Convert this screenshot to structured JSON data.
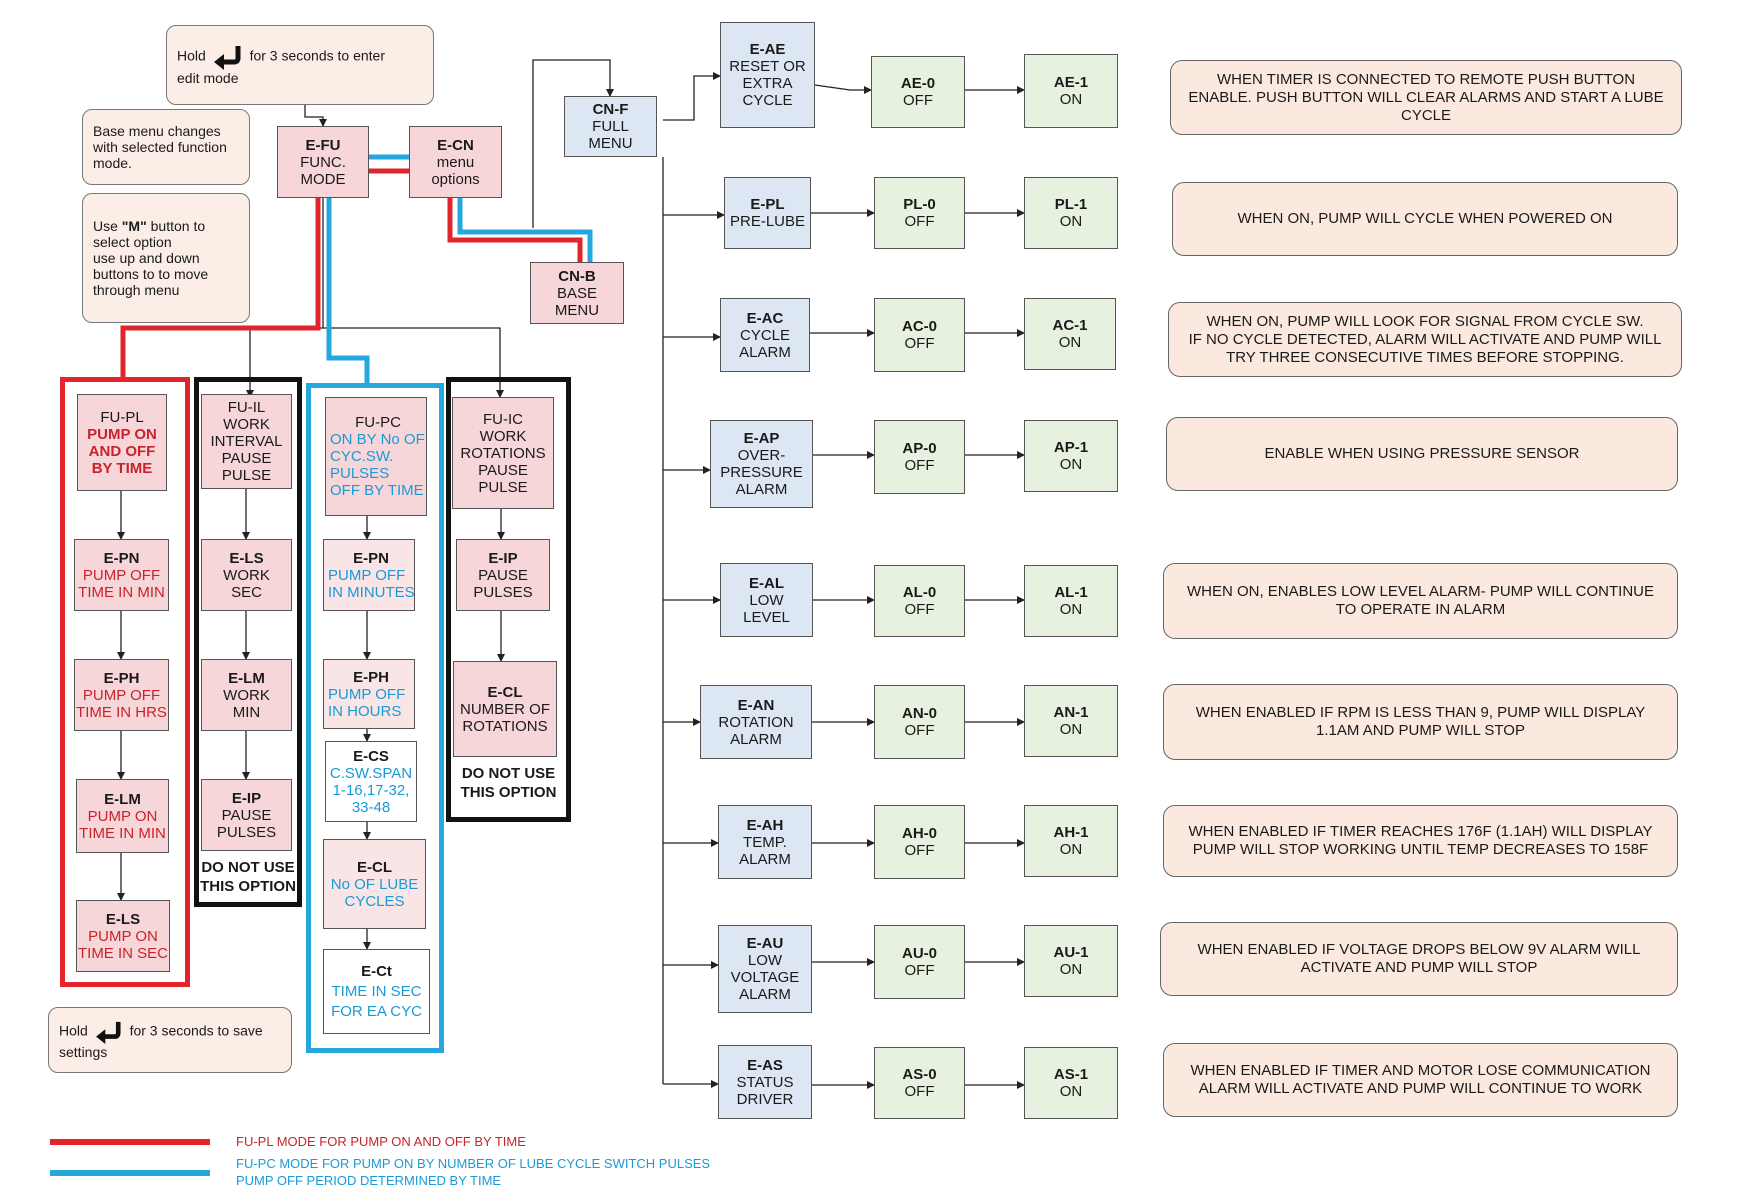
{
  "instructions": {
    "enter_edit_pre": "Hold",
    "enter_edit_post": "for 3 seconds to enter",
    "enter_edit_line2": "edit mode",
    "base_menu_note": [
      "Base menu changes",
      "with selected function",
      "mode."
    ],
    "m_button_pre": "Use ",
    "m_button_key": "\"M\"",
    "m_button_post": " button to",
    "m_button_lines": [
      "select option",
      "use up and down",
      "buttons to to move",
      "through menu"
    ],
    "save_pre": "Hold",
    "save_post": "for 3 seconds to save",
    "save_line2": "settings",
    "enter_icon": "return-arrow-icon"
  },
  "top": {
    "efu": {
      "code": "E-FU",
      "lines": [
        "FUNC.",
        "MODE"
      ]
    },
    "ecn": {
      "code": "E-CN",
      "lines": [
        "menu",
        "options"
      ]
    },
    "cnb": {
      "code": "CN-B",
      "lines": [
        "BASE",
        "MENU"
      ]
    },
    "cnf": {
      "code": "CN-F",
      "lines": [
        "FULL",
        "MENU"
      ]
    }
  },
  "columns": {
    "fupl": {
      "head": {
        "code": "FU-PL",
        "lines": [
          "PUMP ON",
          "AND OFF",
          "BY TIME"
        ]
      },
      "items": [
        {
          "code": "E-PN",
          "lines": [
            "PUMP OFF",
            "TIME IN MIN"
          ]
        },
        {
          "code": "E-PH",
          "lines": [
            "PUMP OFF",
            "TIME IN HRS"
          ]
        },
        {
          "code": "E-LM",
          "lines": [
            "PUMP ON",
            "TIME IN MIN"
          ]
        },
        {
          "code": "E-LS",
          "lines": [
            "PUMP ON",
            "TIME IN SEC"
          ]
        }
      ]
    },
    "fuil": {
      "head": {
        "lines": [
          "FU-IL",
          "WORK",
          "INTERVAL",
          "PAUSE",
          "PULSE"
        ]
      },
      "items": [
        {
          "code": "E-LS",
          "lines": [
            "WORK",
            "SEC"
          ]
        },
        {
          "code": "E-LM",
          "lines": [
            "WORK",
            "MIN"
          ]
        },
        {
          "code": "E-IP",
          "lines": [
            "PAUSE",
            "PULSES"
          ]
        }
      ],
      "warning": [
        "DO NOT USE",
        "THIS OPTION"
      ]
    },
    "fupc": {
      "head": {
        "code": "FU-PC",
        "lines": [
          "ON BY No OF",
          "CYC.SW.",
          "PULSES",
          "OFF BY TIME"
        ]
      },
      "items": [
        {
          "code": "E-PN",
          "lines": [
            "PUMP OFF",
            "IN MINUTES"
          ]
        },
        {
          "code": "E-PH",
          "lines": [
            "PUMP OFF",
            "IN HOURS"
          ]
        },
        {
          "code": "E-CS",
          "lines": [
            "C.SW.SPAN",
            "1-16,17-32,",
            "33-48"
          ]
        },
        {
          "code": "E-CL",
          "lines": [
            "No OF LUBE",
            "CYCLES"
          ]
        },
        {
          "code": "E-Ct",
          "lines": [
            "TIME IN SEC",
            "FOR EA CYC"
          ]
        }
      ]
    },
    "fuic": {
      "head": {
        "lines": [
          "FU-IC",
          "WORK",
          "ROTATIONS",
          "PAUSE",
          "PULSE"
        ]
      },
      "items": [
        {
          "code": "E-IP",
          "lines": [
            "PAUSE",
            "PULSES"
          ]
        },
        {
          "code": "E-CL",
          "lines": [
            "NUMBER OF",
            "ROTATIONS"
          ]
        }
      ],
      "warning": [
        "DO NOT USE",
        "THIS OPTION"
      ]
    }
  },
  "full_menu_rows": [
    {
      "menu": [
        "E-AE",
        "RESET OR",
        "EXTRA",
        "CYCLE"
      ],
      "off": [
        "AE-0",
        "OFF"
      ],
      "on": [
        "AE-1",
        "ON"
      ],
      "desc": [
        "WHEN TIMER IS CONNECTED TO REMOTE PUSH BUTTON",
        "ENABLE. PUSH BUTTON WILL CLEAR ALARMS AND START A LUBE",
        "CYCLE"
      ]
    },
    {
      "menu": [
        "E-PL",
        "PRE-LUBE"
      ],
      "off": [
        "PL-0",
        "OFF"
      ],
      "on": [
        "PL-1",
        "ON"
      ],
      "desc": [
        "WHEN ON, PUMP WILL CYCLE WHEN POWERED ON"
      ]
    },
    {
      "menu": [
        "E-AC",
        "CYCLE",
        "ALARM"
      ],
      "off": [
        "AC-0",
        "OFF"
      ],
      "on": [
        "AC-1",
        "ON"
      ],
      "desc": [
        "WHEN ON, PUMP WILL LOOK FOR SIGNAL FROM CYCLE SW.",
        "IF NO CYCLE DETECTED, ALARM WILL ACTIVATE AND PUMP WILL",
        "TRY THREE CONSECUTIVE TIMES BEFORE STOPPING."
      ]
    },
    {
      "menu": [
        "E-AP",
        "OVER-",
        "PRESSURE",
        "ALARM"
      ],
      "off": [
        "AP-0",
        "OFF"
      ],
      "on": [
        "AP-1",
        "ON"
      ],
      "desc": [
        "ENABLE WHEN USING PRESSURE SENSOR"
      ]
    },
    {
      "menu": [
        "E-AL",
        "LOW",
        "LEVEL"
      ],
      "off": [
        "AL-0",
        "OFF"
      ],
      "on": [
        "AL-1",
        "ON"
      ],
      "desc": [
        "WHEN ON, ENABLES LOW LEVEL ALARM- PUMP WILL CONTINUE",
        "TO OPERATE IN ALARM"
      ]
    },
    {
      "menu": [
        "E-AN",
        "ROTATION",
        "ALARM"
      ],
      "off": [
        "AN-0",
        "OFF"
      ],
      "on": [
        "AN-1",
        "ON"
      ],
      "desc": [
        "WHEN ENABLED IF RPM IS LESS THAN 9, PUMP WILL DISPLAY",
        "1.1AM AND PUMP WILL STOP"
      ]
    },
    {
      "menu": [
        "E-AH",
        "TEMP.",
        "ALARM"
      ],
      "off": [
        "AH-0",
        "OFF"
      ],
      "on": [
        "AH-1",
        "ON"
      ],
      "desc": [
        "WHEN ENABLED IF TIMER REACHES 176F (1.1AH) WILL DISPLAY",
        "PUMP WILL STOP WORKING UNTIL TEMP DECREASES TO 158F"
      ]
    },
    {
      "menu": [
        "E-AU",
        "LOW",
        "VOLTAGE",
        "ALARM"
      ],
      "off": [
        "AU-0",
        "OFF"
      ],
      "on": [
        "AU-1",
        "ON"
      ],
      "desc": [
        "WHEN ENABLED IF VOLTAGE DROPS BELOW 9V ALARM WILL",
        "ACTIVATE AND PUMP WILL STOP"
      ]
    },
    {
      "menu": [
        "E-AS",
        "STATUS",
        "DRIVER"
      ],
      "off": [
        "AS-0",
        "OFF"
      ],
      "on": [
        "AS-1",
        "ON"
      ],
      "desc": [
        "WHEN ENABLED IF TIMER AND MOTOR LOSE COMMUNICATION",
        "ALARM WILL ACTIVATE AND PUMP WILL CONTINUE TO WORK"
      ]
    }
  ],
  "legend": {
    "red": {
      "color": "#e2242c",
      "text": "FU-PL MODE FOR PUMP ON AND OFF BY TIME"
    },
    "blue": {
      "color": "#26a7de",
      "lines": [
        "FU-PC MODE FOR PUMP ON BY NUMBER OF LUBE CYCLE SWITCH PULSES",
        "PUMP OFF PERIOD DETERMINED BY TIME"
      ]
    }
  }
}
